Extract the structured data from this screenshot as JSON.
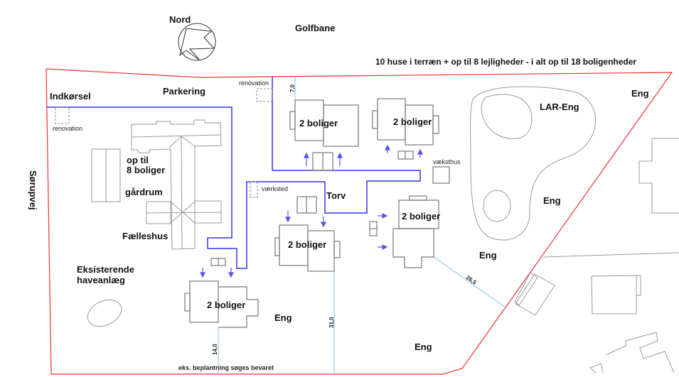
{
  "title": "10 huse i terræn + op til 8 lejligheder - i alt op til 18 boligenheder",
  "compass": {
    "label": "Nord"
  },
  "labels": {
    "golfbane": "Golfbane",
    "indkorsel": "Indkørsel",
    "parkering": "Parkering",
    "renovation_1": "renovation",
    "renovation_2": "renovation",
    "sorupvej": "Sørupvej",
    "op_til_1": "op til",
    "op_til_2": "8 boliger",
    "gardrum": "gårdrum",
    "faelleshus": "Fælleshus",
    "haveanlaeg_1": "Eksisterende",
    "haveanlaeg_2": "haveanlæg",
    "vaerksted": "værksted",
    "torv": "Torv",
    "vaeksthus": "væksthus",
    "lar_eng": "LAR-Eng",
    "eng_1": "Eng",
    "eng_2": "Eng",
    "eng_3": "Eng",
    "eng_4": "Eng",
    "eng_5": "Eng",
    "beplantning": "eks. beplantning søges bevaret"
  },
  "houses": [
    "2 boliger",
    "2 boliger",
    "2 boliger",
    "2 boliger",
    "2 boliger"
  ],
  "dimensions": {
    "d1": "7,0",
    "d2": "14,0",
    "d3": "31,0",
    "d4": "26,5"
  },
  "colors": {
    "boundary": "#f03030",
    "road": "#3333ee",
    "dimension": "#7cc4f0"
  }
}
